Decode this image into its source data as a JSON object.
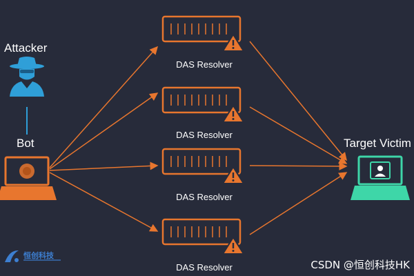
{
  "nodes": {
    "attacker": {
      "label": "Attacker"
    },
    "bot": {
      "label": "Bot"
    },
    "target": {
      "label": "Target Victim"
    }
  },
  "resolvers": [
    {
      "label": "DAS Resolver"
    },
    {
      "label": "DAS Resolver"
    },
    {
      "label": "DAS Resolver"
    },
    {
      "label": "DAS Resolver"
    }
  ],
  "watermark": {
    "text": "CSDN @恒创科技HK"
  },
  "logo": {
    "text": "恒创科技"
  },
  "colors": {
    "background": "#272b3a",
    "resolver": "#e8762e",
    "attacker": "#2f9fd8",
    "target": "#3ed6a8",
    "text": "#ffffff",
    "warning": "#e8762e"
  }
}
